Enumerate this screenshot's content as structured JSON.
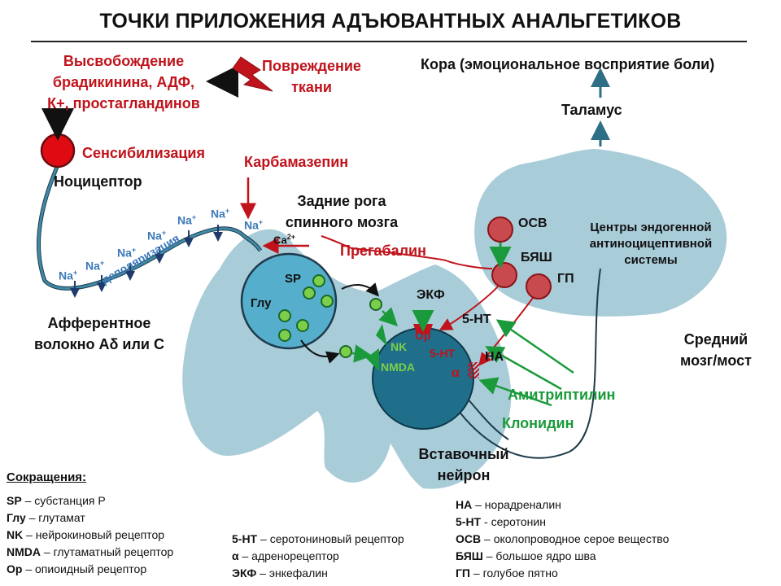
{
  "title": "ТОЧКИ ПРИЛОЖЕНИЯ АДЪЮВАНТНЫХ АНАЛЬГЕТИКОВ",
  "labels": {
    "release": [
      "Высвобождение",
      "брадикинина, АДФ,",
      "К+, простагландинов"
    ],
    "damage": [
      "Повреждение",
      "ткани"
    ],
    "cortex": "Кора (эмоциональное восприятие боли)",
    "thalamus": "Таламус",
    "sensitization": "Сенсибилизация",
    "nociceptor": "Ноцицептор",
    "carbamazepine": "Карбамазепин",
    "dorsal_horns": [
      "Задние рога",
      "спинного мозга"
    ],
    "ca": "Са",
    "ca_sup": "2+",
    "pregabalin": "Прегабалин",
    "depolarization": "деполяризация",
    "afferent": [
      "Афферентное",
      "волокно Аδ или С"
    ],
    "sp": "SP",
    "glu": "Глу",
    "ekf": "ЭКФ",
    "osv": "ОСВ",
    "byash": "БЯШ",
    "gp": "ГП",
    "centers": [
      "Центры эндогенной",
      "антиноцицептивной",
      "системы"
    ],
    "ht5_top": "5-НТ",
    "op": "Ор",
    "nk": "NK",
    "nmda": "NMDA",
    "ht5_in": "5-НТ",
    "alpha": "α",
    "na_rec": "НА",
    "midbrain": [
      "Средний",
      "мозг/мост"
    ],
    "amitriptyline": "Амитриптилин",
    "clonidine": "Клонидин",
    "interneuron": [
      "Вставочный",
      "нейрон"
    ],
    "na_ion": "Na",
    "na_sup": "+"
  },
  "abbreviations": {
    "heading": "Сокращения:",
    "col1": [
      {
        "key": "SP",
        "text": " – субстанция Р"
      },
      {
        "key": "Глу",
        "text": " – глутамат"
      },
      {
        "key": "NK",
        "text": " – нейрокиновый рецептор"
      },
      {
        "key": "NMDA",
        "text": " – глутаматный рецептор"
      },
      {
        "key": "Ор",
        "text": " – опиоидный рецептор"
      }
    ],
    "col2": [
      {
        "key": "5-НТ",
        "text": " – серотониновый рецептор"
      },
      {
        "key": "α",
        "text": " – адренорецептор"
      },
      {
        "key": "ЭКФ",
        "text": " – энкефалин"
      }
    ],
    "col3": [
      {
        "key": "НА",
        "text": " – норадреналин"
      },
      {
        "key": "5-НТ",
        "text": " - серотонин"
      },
      {
        "key": "ОСВ",
        "text": " – околопроводное серое вещество"
      },
      {
        "key": "БЯШ",
        "text": " – большое ядро шва"
      },
      {
        "key": "ГП",
        "text": " – голубое пятно"
      }
    ]
  },
  "colors": {
    "tissue": "#a9ccd9",
    "neuron": "#1f6e8a",
    "terminal": "#55aecb",
    "red": "#c0131b",
    "green": "#1a9a3a",
    "ion_blue": "#3c7ab8"
  }
}
